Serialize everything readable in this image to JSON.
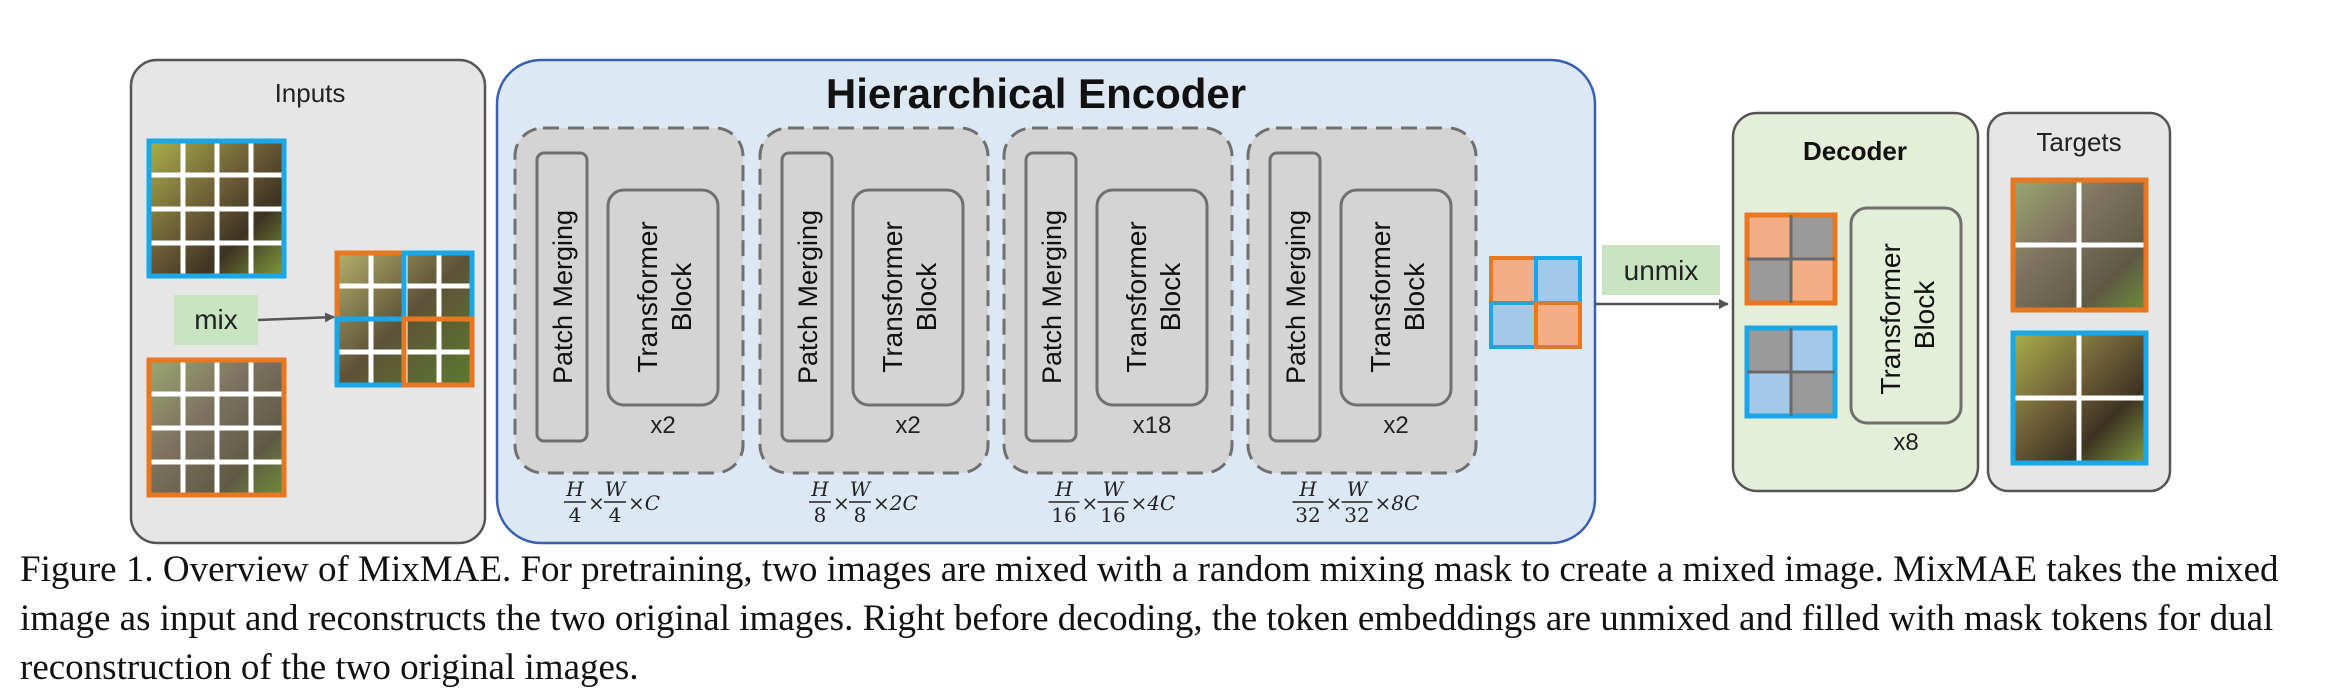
{
  "inputs": {
    "title": "Inputs",
    "mix_label": "mix"
  },
  "encoder": {
    "title": "Hierarchical Encoder",
    "stages": [
      {
        "merge": "Patch Merging",
        "block1": "Transformer",
        "block2": "Block",
        "repeat": "x2",
        "dim": {
          "hnum": "H",
          "hden": "4",
          "wnum": "W",
          "wden": "4",
          "ch": "×C"
        }
      },
      {
        "merge": "Patch Merging",
        "block1": "Transformer",
        "block2": "Block",
        "repeat": "x2",
        "dim": {
          "hnum": "H",
          "hden": "8",
          "wnum": "W",
          "wden": "8",
          "ch": "×2C"
        }
      },
      {
        "merge": "Patch Merging",
        "block1": "Transformer",
        "block2": "Block",
        "repeat": "x18",
        "dim": {
          "hnum": "H",
          "hden": "16",
          "wnum": "W",
          "wden": "16",
          "ch": "×4C"
        }
      },
      {
        "merge": "Patch Merging",
        "block1": "Transformer",
        "block2": "Block",
        "repeat": "x2",
        "dim": {
          "hnum": "H",
          "hden": "32",
          "wnum": "W",
          "wden": "32",
          "ch": "×8C"
        }
      }
    ],
    "times": "×"
  },
  "unmix_label": "unmix",
  "decoder": {
    "title": "Decoder",
    "block1": "Transformer",
    "block2": "Block",
    "repeat": "x8"
  },
  "targets": {
    "title": "Targets"
  },
  "caption": "Figure 1. Overview of MixMAE. For pretraining, two images are mixed with a random mixing mask to create a mixed image. MixMAE takes the mixed image as input and reconstructs the two original images. Right before decoding, the token embeddings are unmixed and filled with mask tokens for dual reconstruction of the two original images.",
  "colors": {
    "blue": "#1aa7e8",
    "orange": "#e87722",
    "orange_fill": "#f4ae86",
    "blue_fill": "#a5c8e8",
    "gray_fill": "#9a9a9a",
    "encoder_bg": "#dde8f5",
    "encoder_border": "#3a5fb0",
    "decoder_bg": "#e3efd9",
    "green_label": "#c9e4c0"
  }
}
